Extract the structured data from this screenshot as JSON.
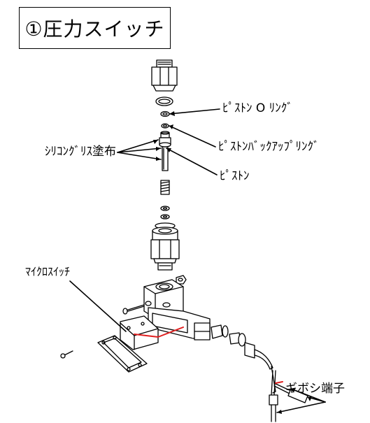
{
  "title": "①圧力スイッチ",
  "labels": {
    "piston_oring": "ﾋﾟｽﾄﾝ O ﾘﾝｸﾞ",
    "piston_backup_ring": "ﾋﾟｽﾄﾝﾊﾞｯｸｱｯﾌﾟﾘﾝｸﾞ",
    "silicone_grease": "ｼﾘｺﾝｸﾞﾘｽ塗布",
    "piston": "ﾋﾟｽﾄﾝ",
    "microswitch": "ﾏｲｸﾛｽｲｯﾁ",
    "gibosi_terminal": "ギボシ端子"
  }
}
